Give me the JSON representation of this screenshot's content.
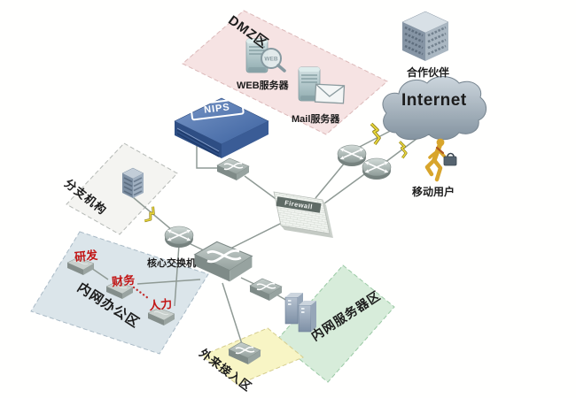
{
  "diagram": {
    "zones": {
      "dmz": {
        "label": "DMZ区",
        "fill": "#f6e3e3"
      },
      "branch": {
        "label": "分支机构",
        "fill": "#f4f4f1"
      },
      "office": {
        "label": "内网办公区",
        "fill": "#dbe5ea"
      },
      "server": {
        "label": "内网服务器区",
        "fill": "#d7ecda"
      },
      "external": {
        "label": "外来接入区",
        "fill": "#f8f5c5"
      }
    },
    "nodes": {
      "web_server": {
        "label": "WEB服务器",
        "badge": "WEB"
      },
      "mail_server": {
        "label": "Mail服务器"
      },
      "nips": {
        "label": "NIPS"
      },
      "partner": {
        "label": "合作伙伴"
      },
      "internet": {
        "label": "Internet"
      },
      "mobile_user": {
        "label": "移动用户"
      },
      "core_switch": {
        "label": "核心交换机"
      },
      "firewall": {
        "label": "Firewall"
      },
      "dept_rd": {
        "label": "研发"
      },
      "dept_finance": {
        "label": "财务"
      },
      "dept_hr": {
        "label": "人力"
      }
    },
    "connections": [
      "NIPS — 接入交换机 — Firewall",
      "Firewall — 路由器 ×2 —(闪电链路)— Internet",
      "Internet —(闪电链路)— 移动用户",
      "分支机构 —(闪电链路)— 路由器 — 核心交换机",
      "核心交换机 — Firewall",
      "核心交换机 — 研发 / 财务 / 人力 (财务…人力为红色虚线)",
      "核心交换机 — 外来接入区交换机",
      "核心交换机 — 接入交换机 — 内网服务器区"
    ],
    "colors": {
      "line": "#8f9a95",
      "lightning": "#e9d83b",
      "nips_blue": "#3c62a0",
      "device_gray": "#9aa5a2",
      "dept_label_red": "#c21616",
      "cloud_gray": "#97a5b1",
      "person_gold": "#d8a52c"
    }
  }
}
